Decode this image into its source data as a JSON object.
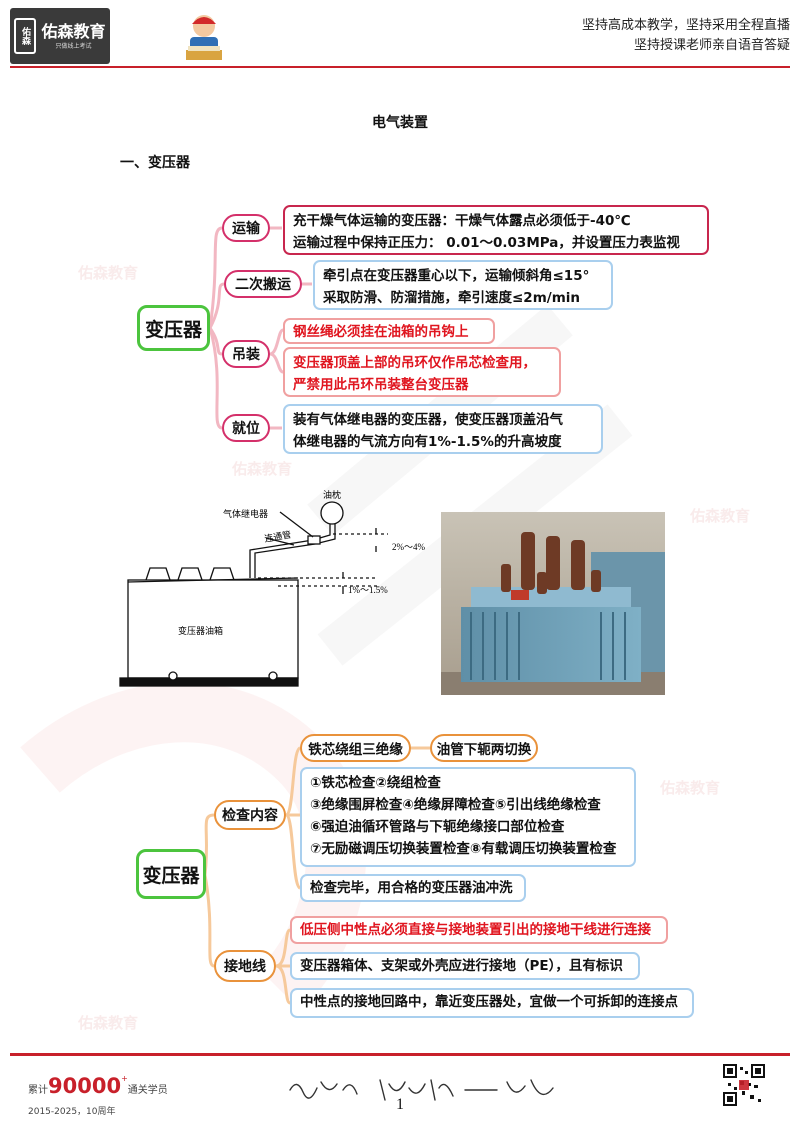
{
  "header": {
    "logo_main": "佑森教育",
    "logo_mark": "佑森",
    "logo_sub": "只做线上考试",
    "slogan_line1": "坚持高成本教学，坚持采用全程直播",
    "slogan_line2": "坚持授课老师亲自语音答疑"
  },
  "doc": {
    "title": "电气装置",
    "section": "一、变压器"
  },
  "watermark": "佑森教育",
  "map1": {
    "root": "变压器",
    "branches": [
      {
        "label": "运输",
        "lines": [
          "充干燥气体运输的变压器：干燥气体露点必须低于-40℃",
          "运输过程中保持正压力：  0.01～0.03MPa，并设置压力表监视"
        ]
      },
      {
        "label": "二次搬运",
        "lines": [
          "牵引点在变压器重心以下，运输倾斜角≤15°",
          "采取防滑、防溜措施，牵引速度≤2m/min"
        ]
      },
      {
        "label": "吊装",
        "leaf1": "钢丝绳必须挂在油箱的吊钩上",
        "leaf2": [
          "变压器顶盖上部的吊环仅作吊芯检查用，",
          "严禁用此吊环吊装整台变压器"
        ]
      },
      {
        "label": "就位",
        "lines": [
          "装有气体继电器的变压器，使变压器顶盖沿气",
          "体继电器的气流方向有1%-1.5%的升高坡度"
        ]
      }
    ]
  },
  "diagram": {
    "oil_pillow": "油枕",
    "gas_relay": "气体继电器",
    "pipe": "连通管",
    "slope1": "2%～4%",
    "slope2": "1%～1.5%",
    "tank": "变压器油箱"
  },
  "map2": {
    "root": "变压器",
    "branch1": "检查内容",
    "tag1": "铁芯绕组三绝缘",
    "tag2": "油管下轭两切换",
    "checks": [
      "①铁芯检查②绕组检查",
      "③绝缘围屏检查④绝缘屏障检查⑤引出线绝缘检查",
      "⑥强迫油循环管路与下轭绝缘接口部位检查",
      "⑦无励磁调压切换装置检查⑧有载调压切换装置检查"
    ],
    "wash": "检查完毕，用合格的变压器油冲洗",
    "branch2": "接地线",
    "ground1": "低压侧中性点必须直接与接地装置引出的接地干线进行连接",
    "ground2": "变压器箱体、支架或外壳应进行接地（PE），且有标识",
    "ground3": "中性点的接地回路中，靠近变压器处，宜做一个可拆卸的连接点"
  },
  "footer": {
    "prefix": "累计",
    "number": "90000",
    "plus": "+",
    "suffix": "通关学员",
    "years": "2015-2025，10周年",
    "page": "1"
  }
}
